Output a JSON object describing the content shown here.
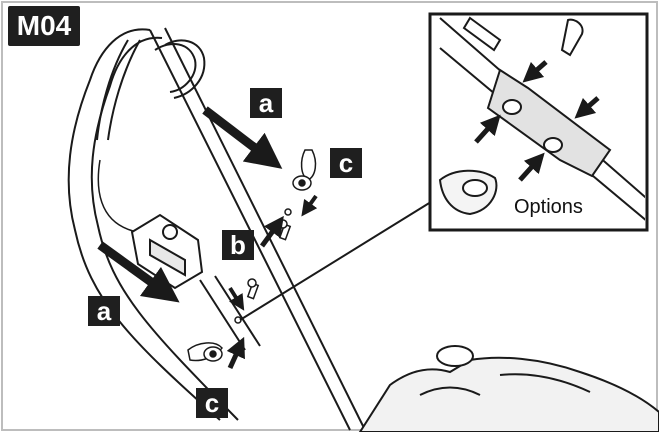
{
  "step": {
    "label": "M04"
  },
  "tags": {
    "a_top": "a",
    "a_left": "a",
    "b": "b",
    "c_top": "c",
    "c_bottom": "c"
  },
  "inset": {
    "label": "Options"
  },
  "colors": {
    "ink": "#1a1a1a",
    "badge": "#1f1f1f",
    "paper": "#ffffff",
    "frame": "#bdbdbd"
  }
}
